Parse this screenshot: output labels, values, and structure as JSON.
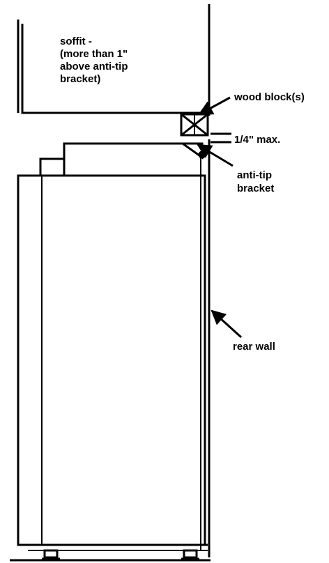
{
  "diagram": {
    "labels": {
      "soffit": [
        "soffit -",
        "(more than 1\"",
        "above  anti-tip",
        "bracket)"
      ],
      "wood_block": "wood block(s)",
      "clearance": "1/4\" max.",
      "anti_tip": [
        "anti-tip",
        "bracket"
      ],
      "rear_wall": "rear wall"
    },
    "colors": {
      "line": "#000000",
      "background": "#ffffff"
    }
  }
}
